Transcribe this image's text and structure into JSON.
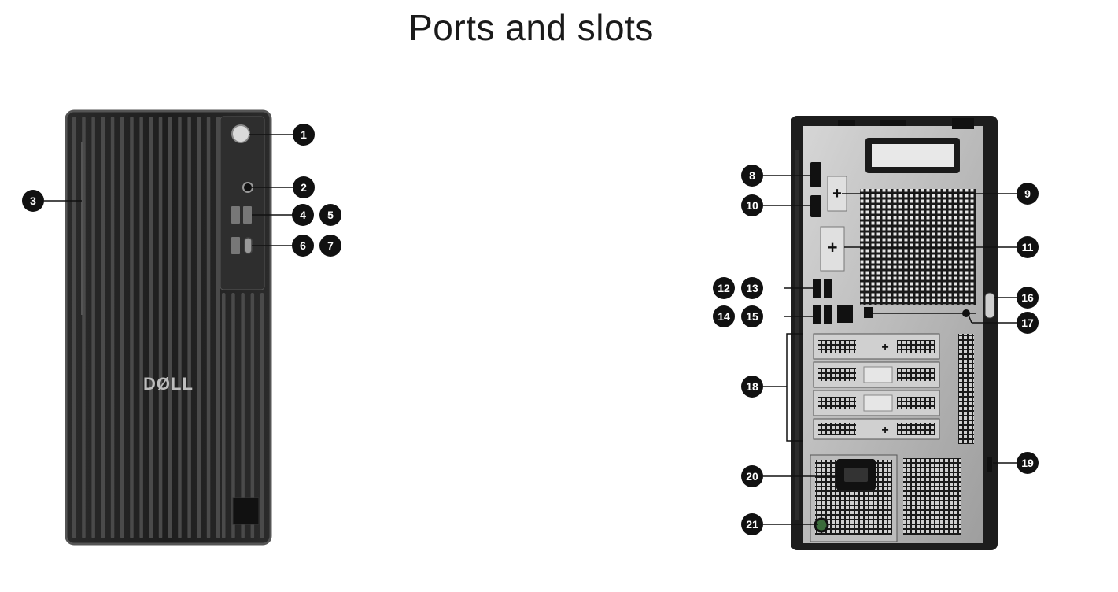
{
  "title": "Ports and slots",
  "front_logo": "DØLL",
  "callouts": [
    {
      "id": "1",
      "label": "1"
    },
    {
      "id": "2",
      "label": "2"
    },
    {
      "id": "3",
      "label": "3"
    },
    {
      "id": "4",
      "label": "4"
    },
    {
      "id": "5",
      "label": "5"
    },
    {
      "id": "6",
      "label": "6"
    },
    {
      "id": "7",
      "label": "7"
    },
    {
      "id": "8",
      "label": "8"
    },
    {
      "id": "9",
      "label": "9"
    },
    {
      "id": "10",
      "label": "10"
    },
    {
      "id": "11",
      "label": "11"
    },
    {
      "id": "12",
      "label": "12"
    },
    {
      "id": "13",
      "label": "13"
    },
    {
      "id": "14",
      "label": "14"
    },
    {
      "id": "15",
      "label": "15"
    },
    {
      "id": "16",
      "label": "16"
    },
    {
      "id": "17",
      "label": "17"
    },
    {
      "id": "18",
      "label": "18"
    },
    {
      "id": "19",
      "label": "19"
    },
    {
      "id": "20",
      "label": "20"
    },
    {
      "id": "21",
      "label": "21"
    }
  ],
  "colors": {
    "chassis": "#1b1b1b",
    "rear_panel": "#bdbdbd",
    "badge": "#111111",
    "leader": "#111111"
  }
}
